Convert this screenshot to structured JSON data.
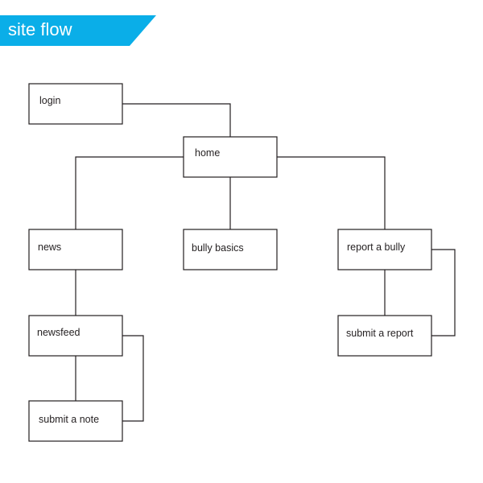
{
  "header": {
    "title": "site flow"
  },
  "colors": {
    "banner": "#0aaee8",
    "banner_text": "#ffffff",
    "node_border": "#231f20",
    "connector": "#231f20",
    "node_text": "#231f20",
    "background": "#ffffff"
  },
  "nodes": {
    "login": "login",
    "home": "home",
    "news": "news",
    "bully_basics": "bully basics",
    "report_a_bully": "report a bully",
    "newsfeed": "newsfeed",
    "submit_a_note": "submit a note",
    "submit_a_report": "submit a report"
  }
}
